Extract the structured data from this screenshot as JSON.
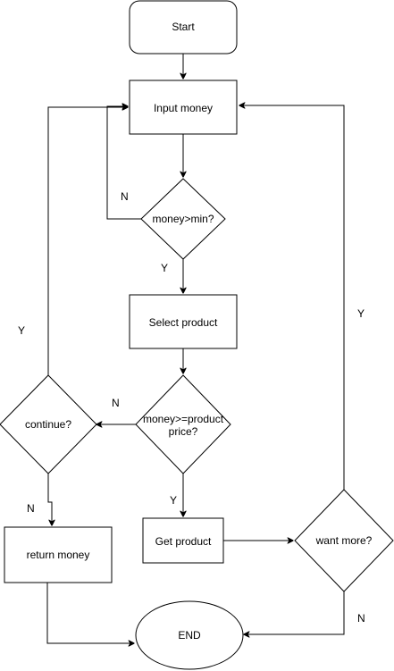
{
  "nodes": {
    "start": "Start",
    "input_money": "Input money",
    "check_min": "money>min?",
    "select_product": "Select product",
    "check_price_line1": "money>=product",
    "check_price_line2": "price?",
    "continue": "continue?",
    "get_product": "Get product",
    "return_money": "return money",
    "want_more": "want more?",
    "end": "END"
  },
  "edge_labels": {
    "min_no": "N",
    "min_yes": "Y",
    "continue_yes": "Y",
    "price_no": "N",
    "price_yes": "Y",
    "continue_no": "N",
    "more_yes": "Y",
    "more_no": "N"
  }
}
